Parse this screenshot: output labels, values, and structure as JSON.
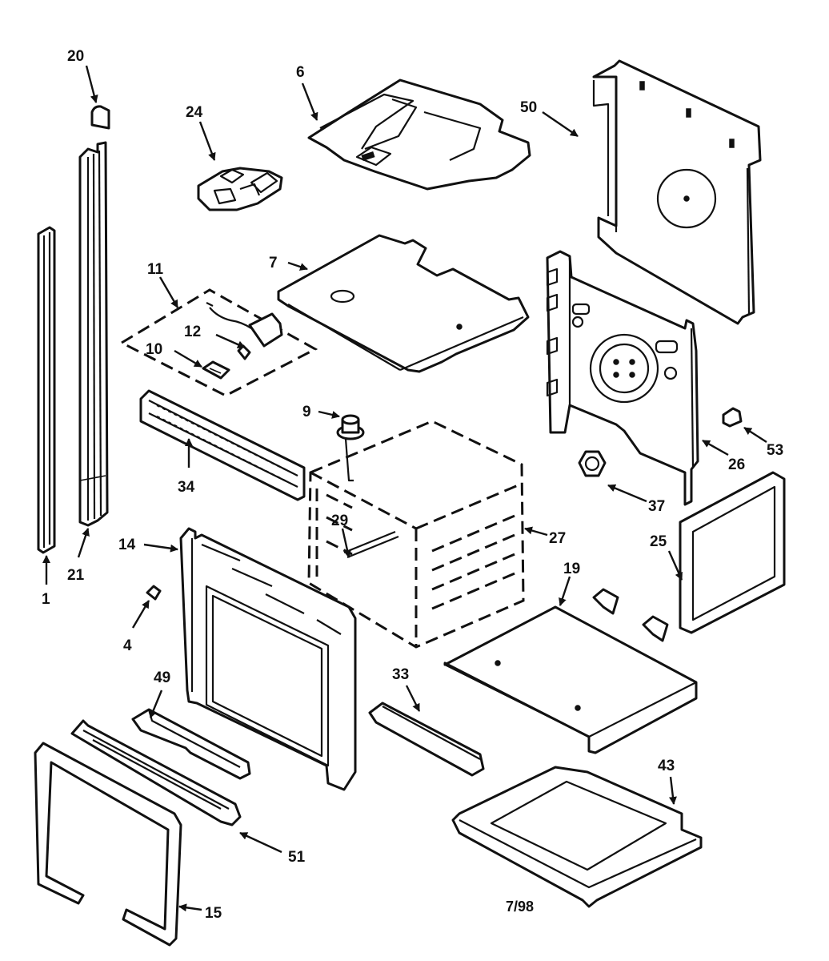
{
  "diagram": {
    "callouts": [
      "20",
      "24",
      "6",
      "50",
      "11",
      "12",
      "10",
      "7",
      "9",
      "34",
      "53",
      "26",
      "37",
      "14",
      "29",
      "27",
      "25",
      "4",
      "1",
      "21",
      "19",
      "49",
      "33",
      "43",
      "51",
      "15"
    ],
    "date_code": "7/98"
  }
}
